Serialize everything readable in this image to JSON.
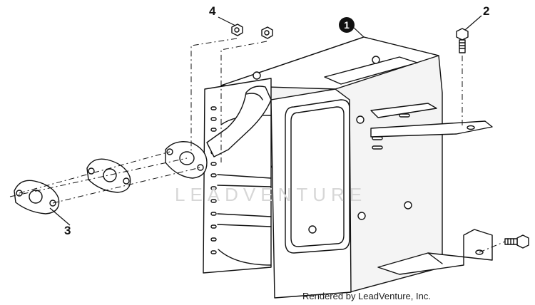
{
  "callouts": {
    "muffler": "1",
    "bolt": "2",
    "gasket": "3",
    "nut": "4"
  },
  "watermark": "LEADVENTURE",
  "credit": "Rendered by LeadVenture, Inc."
}
